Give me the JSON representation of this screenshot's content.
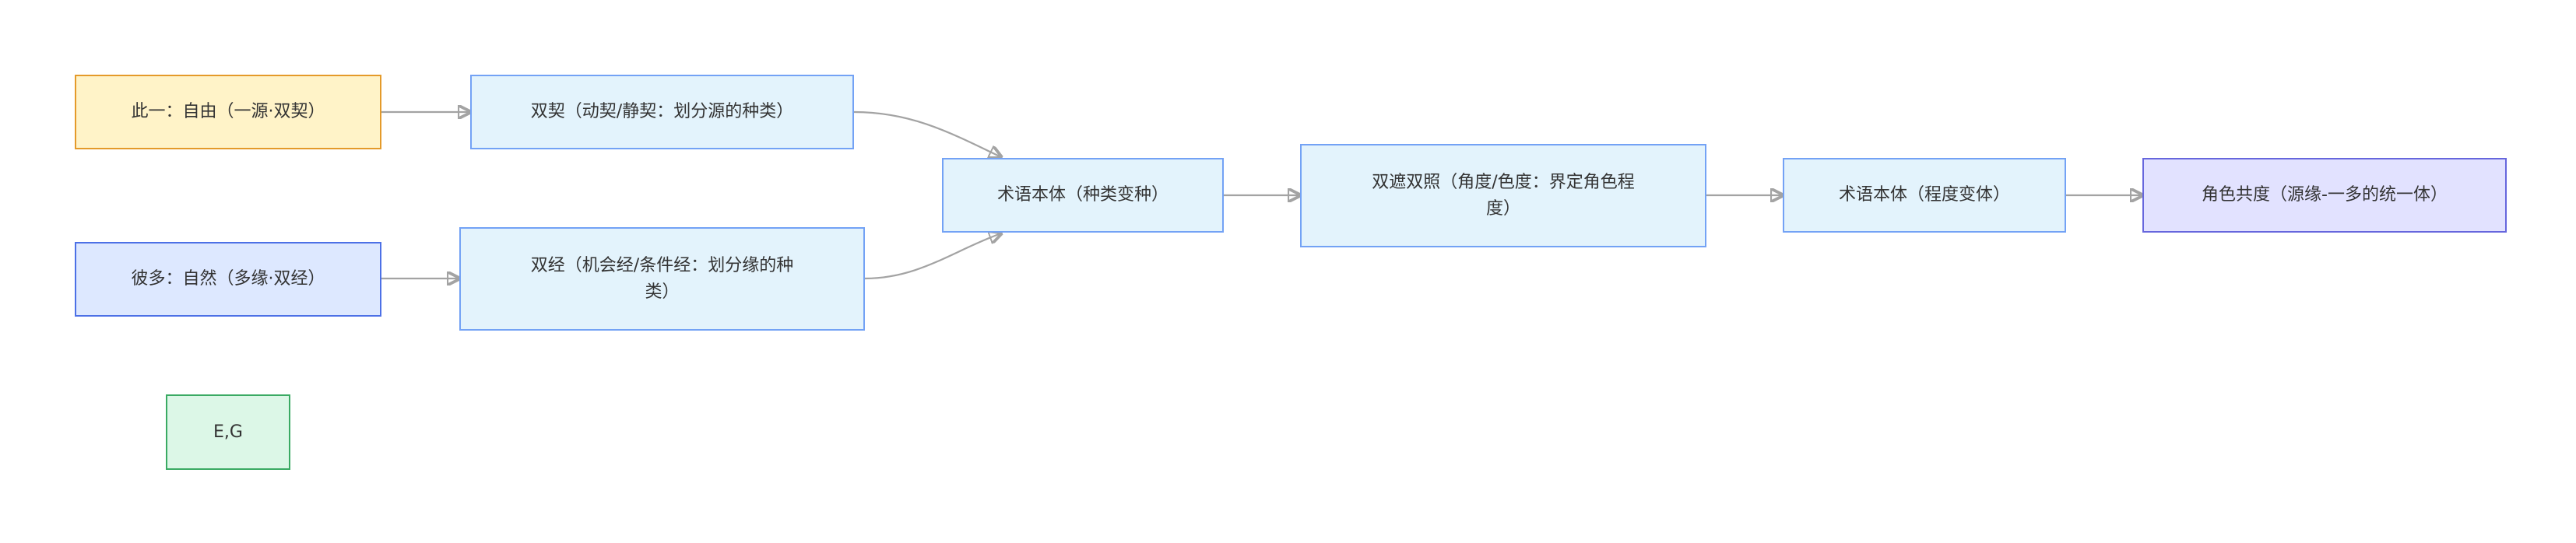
{
  "colors": {
    "edge": "#a3a3a3",
    "text": "#333333",
    "yellow_fill": "#fff3c8",
    "yellow_border": "#e49a2a",
    "blue_fill": "#dde8ff",
    "blue_border": "#4c70e6",
    "cyan_fill": "#e3f3fc",
    "cyan_border": "#73a2f5",
    "green_fill": "#dcf7e7",
    "green_border": "#3aaa63",
    "purple_fill": "#e2e2ff",
    "purple_border": "#6666dd"
  },
  "nodes": {
    "cixyi": {
      "label": "此一：自由（一源·双契）"
    },
    "biduo": {
      "label": "彼多：自然（多缘·双经）"
    },
    "eg": {
      "label": "E,G"
    },
    "shuangqi": {
      "label": "双契（动契/静契：划分源的种类）"
    },
    "shuangjing": {
      "line1": "双经（机会经/条件经：划分缘的种",
      "line2": "类）"
    },
    "shuyu_zhonglei": {
      "label": "术语本体（种类变种）"
    },
    "shuangzhe": {
      "line1": "双遮双照（角度/色度：界定角色程",
      "line2": "度）"
    },
    "shuyu_chengdu": {
      "label": "术语本体（程度变体）"
    },
    "juese": {
      "label": "角色共度（源缘-一多的统一体）"
    }
  }
}
